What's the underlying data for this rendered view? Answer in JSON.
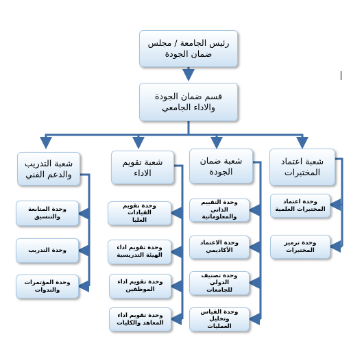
{
  "top": {
    "president_label": "رئيس الجامعة / مجلس\nضمان الجودة",
    "department_label": "قسم ضمان الجودة\nوالاداء الجامعي"
  },
  "divisions": [
    {
      "label": "شعبة اعتماد\nالمختبرات",
      "units": [
        "وحدة اعتماد\nالمختبرات العلمية",
        "وحدة ترميز\nالمختبرات"
      ]
    },
    {
      "label": "شعبة ضمان\nالجودة",
      "units": [
        "وحدة التقييم الذاتي\nوالمعلوماتية",
        "وحدة الاعتماد\nالأكاديمي",
        "وحدة تصنيف الدولي\nللجامعات",
        "وحدة القياس وتحليل\nالعمليات"
      ]
    },
    {
      "label": "شعبة تقويم\nالاداء",
      "units": [
        "وحدة تقويم القيادات\nالعليا",
        "وحدة تقويم اداء\nالهيئة التدريسية",
        "وحدة تقويم اداء\nالموظفين",
        "وحدة تقويم اداء\nالمعاهد والكليات"
      ]
    },
    {
      "label": "شعبة التدريب\nوالدعم الفني",
      "units": [
        "وحدة المتابعة\nوالتنسيق",
        "وحدة التدريب",
        "وحدة المؤتمرات\nوالندوات"
      ]
    }
  ],
  "colors": {
    "connector": "#3f6ea6",
    "box_border": "#a8c6e0",
    "box_fill": "#dbe9f6"
  }
}
